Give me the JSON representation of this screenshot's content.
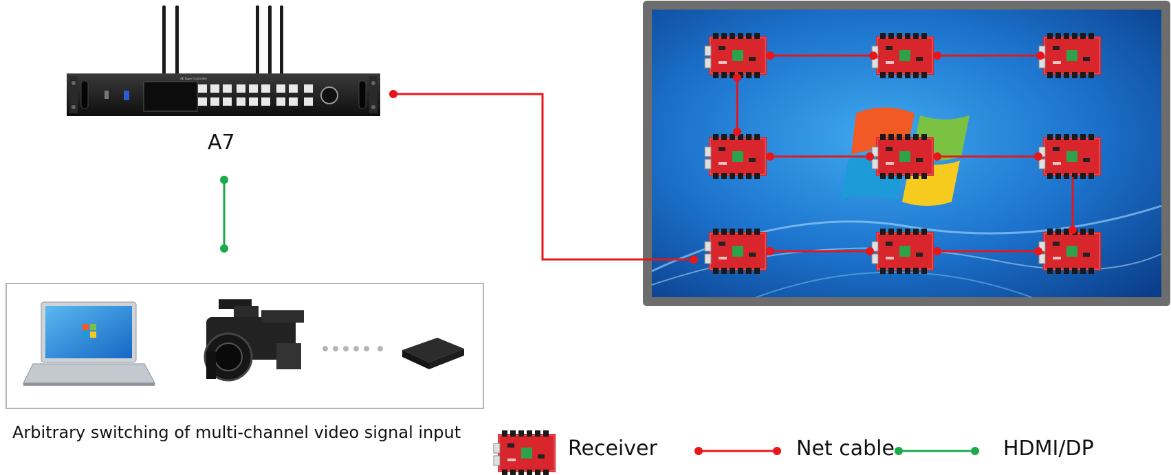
{
  "device": {
    "name": "A7",
    "panel_text": "4K Super Controller"
  },
  "sources": {
    "caption": "Arbitrary switching of multi-channel video signal input",
    "items": [
      "laptop",
      "camcorder",
      "media-box"
    ]
  },
  "legend": {
    "receiver": "Receiver",
    "net_cable": "Net cable",
    "hdmi": "HDMI/DP"
  },
  "colors": {
    "net_cable": "#e8161b",
    "hdmi": "#1aaa4c",
    "receiver_board": "#d8262c",
    "screen_frame": "#6d6d6d",
    "screen_blue": "#1c6fc8"
  },
  "icons": [
    "antenna-icon",
    "laptop-icon",
    "camcorder-icon",
    "media-box-icon",
    "receiver-card-icon",
    "windows-logo-icon"
  ]
}
